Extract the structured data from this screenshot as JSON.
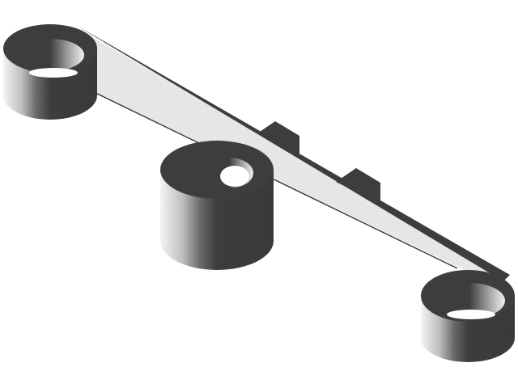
{
  "scene": {
    "colors": {
      "background": "#ffffff",
      "dark_face": "#3d3d3d",
      "bar_face": "#e6e6e6",
      "highlight": "#ffffff"
    },
    "parts": [
      "left-ring",
      "connecting-bar",
      "center-boss",
      "tab",
      "tab",
      "right-ring"
    ]
  }
}
